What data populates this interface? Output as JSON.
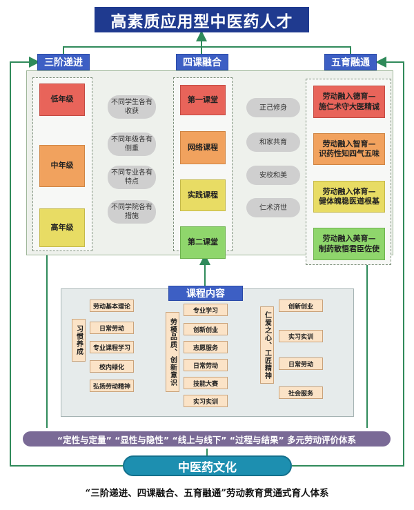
{
  "title": "高素质应用型中医药人才",
  "headers": {
    "left": "三阶递进",
    "middle": "四课融合",
    "right": "五育融通"
  },
  "grades": [
    "低年级",
    "中年级",
    "高年级"
  ],
  "grade_notes": [
    "不同学生各有\n收获",
    "不同年级各有\n侧重",
    "不同专业各有\n特点",
    "不同学院各有\n措施"
  ],
  "classes": [
    "第一课堂",
    "网络课程",
    "实践课程",
    "第二课堂"
  ],
  "values": [
    "正己修身",
    "和家共育",
    "安校和美",
    "仁术济世"
  ],
  "five_edu": [
    "劳动融入德育—\n施仁术守大医精诚",
    "劳动融入智育—\n识药性知四气五味",
    "劳动融入体育—\n健体魄稳医道根基",
    "劳动融入美育—\n制药散悟君臣佐使"
  ],
  "course_content": {
    "header": "课程内容",
    "habit_label": "习惯养成",
    "habit_items": [
      "劳动基本理论",
      "日常劳动",
      "专业课程学习",
      "校内绿化",
      "弘扬劳动精神"
    ],
    "model_label": "劳模品质、创新意识",
    "model_items": [
      "专业学习",
      "创新创业",
      "志愿服务",
      "日常劳动",
      "技能大赛",
      "实习实训"
    ],
    "heart_label": "仁爱之心、工匠精神",
    "heart_items": [
      "创新创业",
      "实习实训",
      "日常劳动",
      "社会服务"
    ]
  },
  "evaluation": "“定性与定量”  “显性与隐性”  “线上与线下”  “过程与结果”  多元劳动评价体系",
  "culture": "中医药文化",
  "caption": "“三阶递进、四课融合、五育融通”劳动教育贯通式育人体系"
}
